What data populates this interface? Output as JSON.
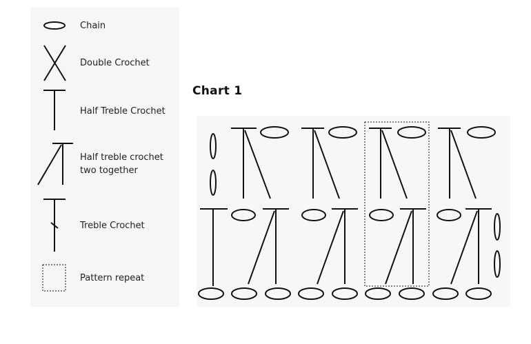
{
  "legend": {
    "items": [
      {
        "symbol": "chain-icon",
        "label": "Chain"
      },
      {
        "symbol": "double-crochet-icon",
        "label": "Double Crochet"
      },
      {
        "symbol": "half-treble-crochet-icon",
        "label": "Half Treble Crochet"
      },
      {
        "symbol": "htr2tog-icon",
        "label_line1": "Half treble crochet",
        "label_line2": "two together"
      },
      {
        "symbol": "treble-crochet-icon",
        "label": "Treble Crochet"
      },
      {
        "symbol": "pattern-repeat-icon",
        "label": "Pattern repeat"
      }
    ]
  },
  "chart": {
    "title": "Chart 1"
  },
  "colors": {
    "ink": "#111111",
    "panel": "#f6f6f6"
  }
}
